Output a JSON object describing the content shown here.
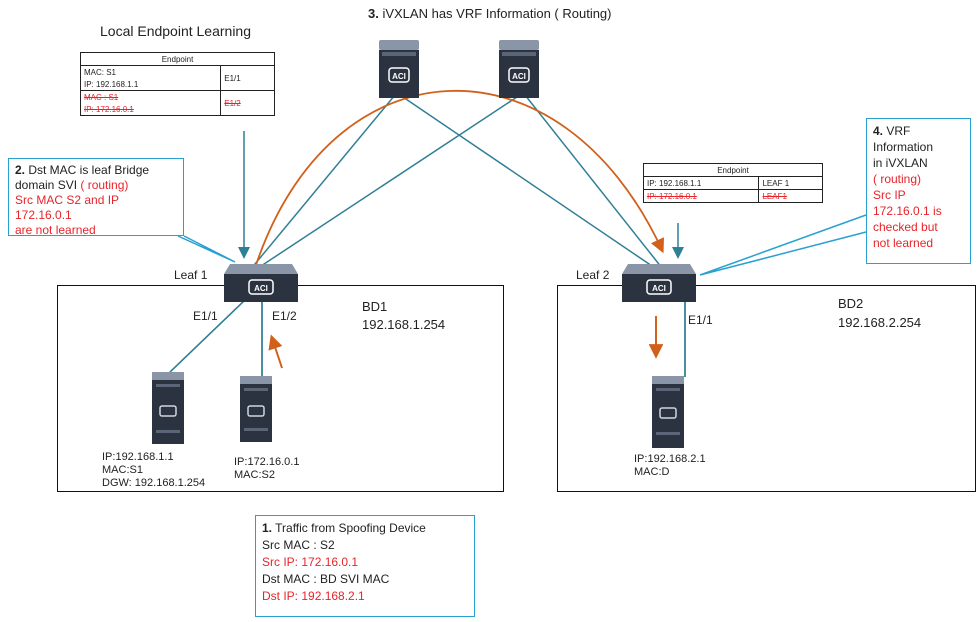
{
  "labels": {
    "local_learning": "Local Endpoint Learning",
    "ivxlan_title_num": "3.",
    "ivxlan_title": " iVXLAN has VRF Information ( Routing)",
    "leaf1": "Leaf 1",
    "leaf2": "Leaf 2",
    "leaf1_e11": "E1/1",
    "leaf1_e12": "E1/2",
    "leaf2_e11": "E1/1",
    "bd1_name": "BD1",
    "bd1_ip": "192.168.1.254",
    "bd2_name": "BD2",
    "bd2_ip": "192.168.2.254",
    "aci_logo": "ACI"
  },
  "table1": {
    "header": "Endpoint",
    "row1_a": "MAC: S1",
    "row1_b": "IP: 192.168.1.1",
    "row1_port": "E1/1",
    "row2_a": "MAC : S1",
    "row2_b": "IP: 172.16.0.1",
    "row2_port": "E1/2"
  },
  "table2": {
    "header": "Endpoint",
    "row1_ip": "IP: 192.168.1.1",
    "row1_leaf": "LEAF 1",
    "row2_ip": "IP: 172.16.0.1",
    "row2_leaf": "LEAF1"
  },
  "hosts": {
    "host1_ip": "IP:192.168.1.1",
    "host1_mac": "MAC:S1",
    "host1_dgw": "DGW: 192.168.1.254",
    "host2_ip": "IP:172.16.0.1",
    "host2_mac": "MAC:S2",
    "host3_ip": "IP:192.168.2.1",
    "host3_mac": "MAC:D"
  },
  "callout2": {
    "num": "2.",
    "line1": " Dst MAC is leaf Bridge",
    "line2": "domain SVI ",
    "line2_red": "( routing)",
    "line3": "Src MAC S2 and IP 172.16.0.1",
    "line4": "are not learned"
  },
  "callout4": {
    "num": "4.",
    "line1": " VRF",
    "line2": "Information",
    "line3": "in iVXLAN",
    "line4": "( routing)",
    "line5": "Src IP",
    "line6": "172.16.0.1 is",
    "line7": "checked but",
    "line8": "not learned"
  },
  "callout1": {
    "num": "1.",
    "line1": " Traffic from Spoofing Device",
    "line2": "Src MAC : S2",
    "line3": "Src IP: 172.16.0.1",
    "line4": "Dst MAC : BD SVI MAC",
    "line5": "Dst IP: 192.168.2.1"
  },
  "colors": {
    "link": "#2f7f96",
    "arrow_orange": "#d2601a",
    "callout_border": "#2aa0d0",
    "red_text": "#e8242a",
    "device_dark": "#2b3340"
  }
}
